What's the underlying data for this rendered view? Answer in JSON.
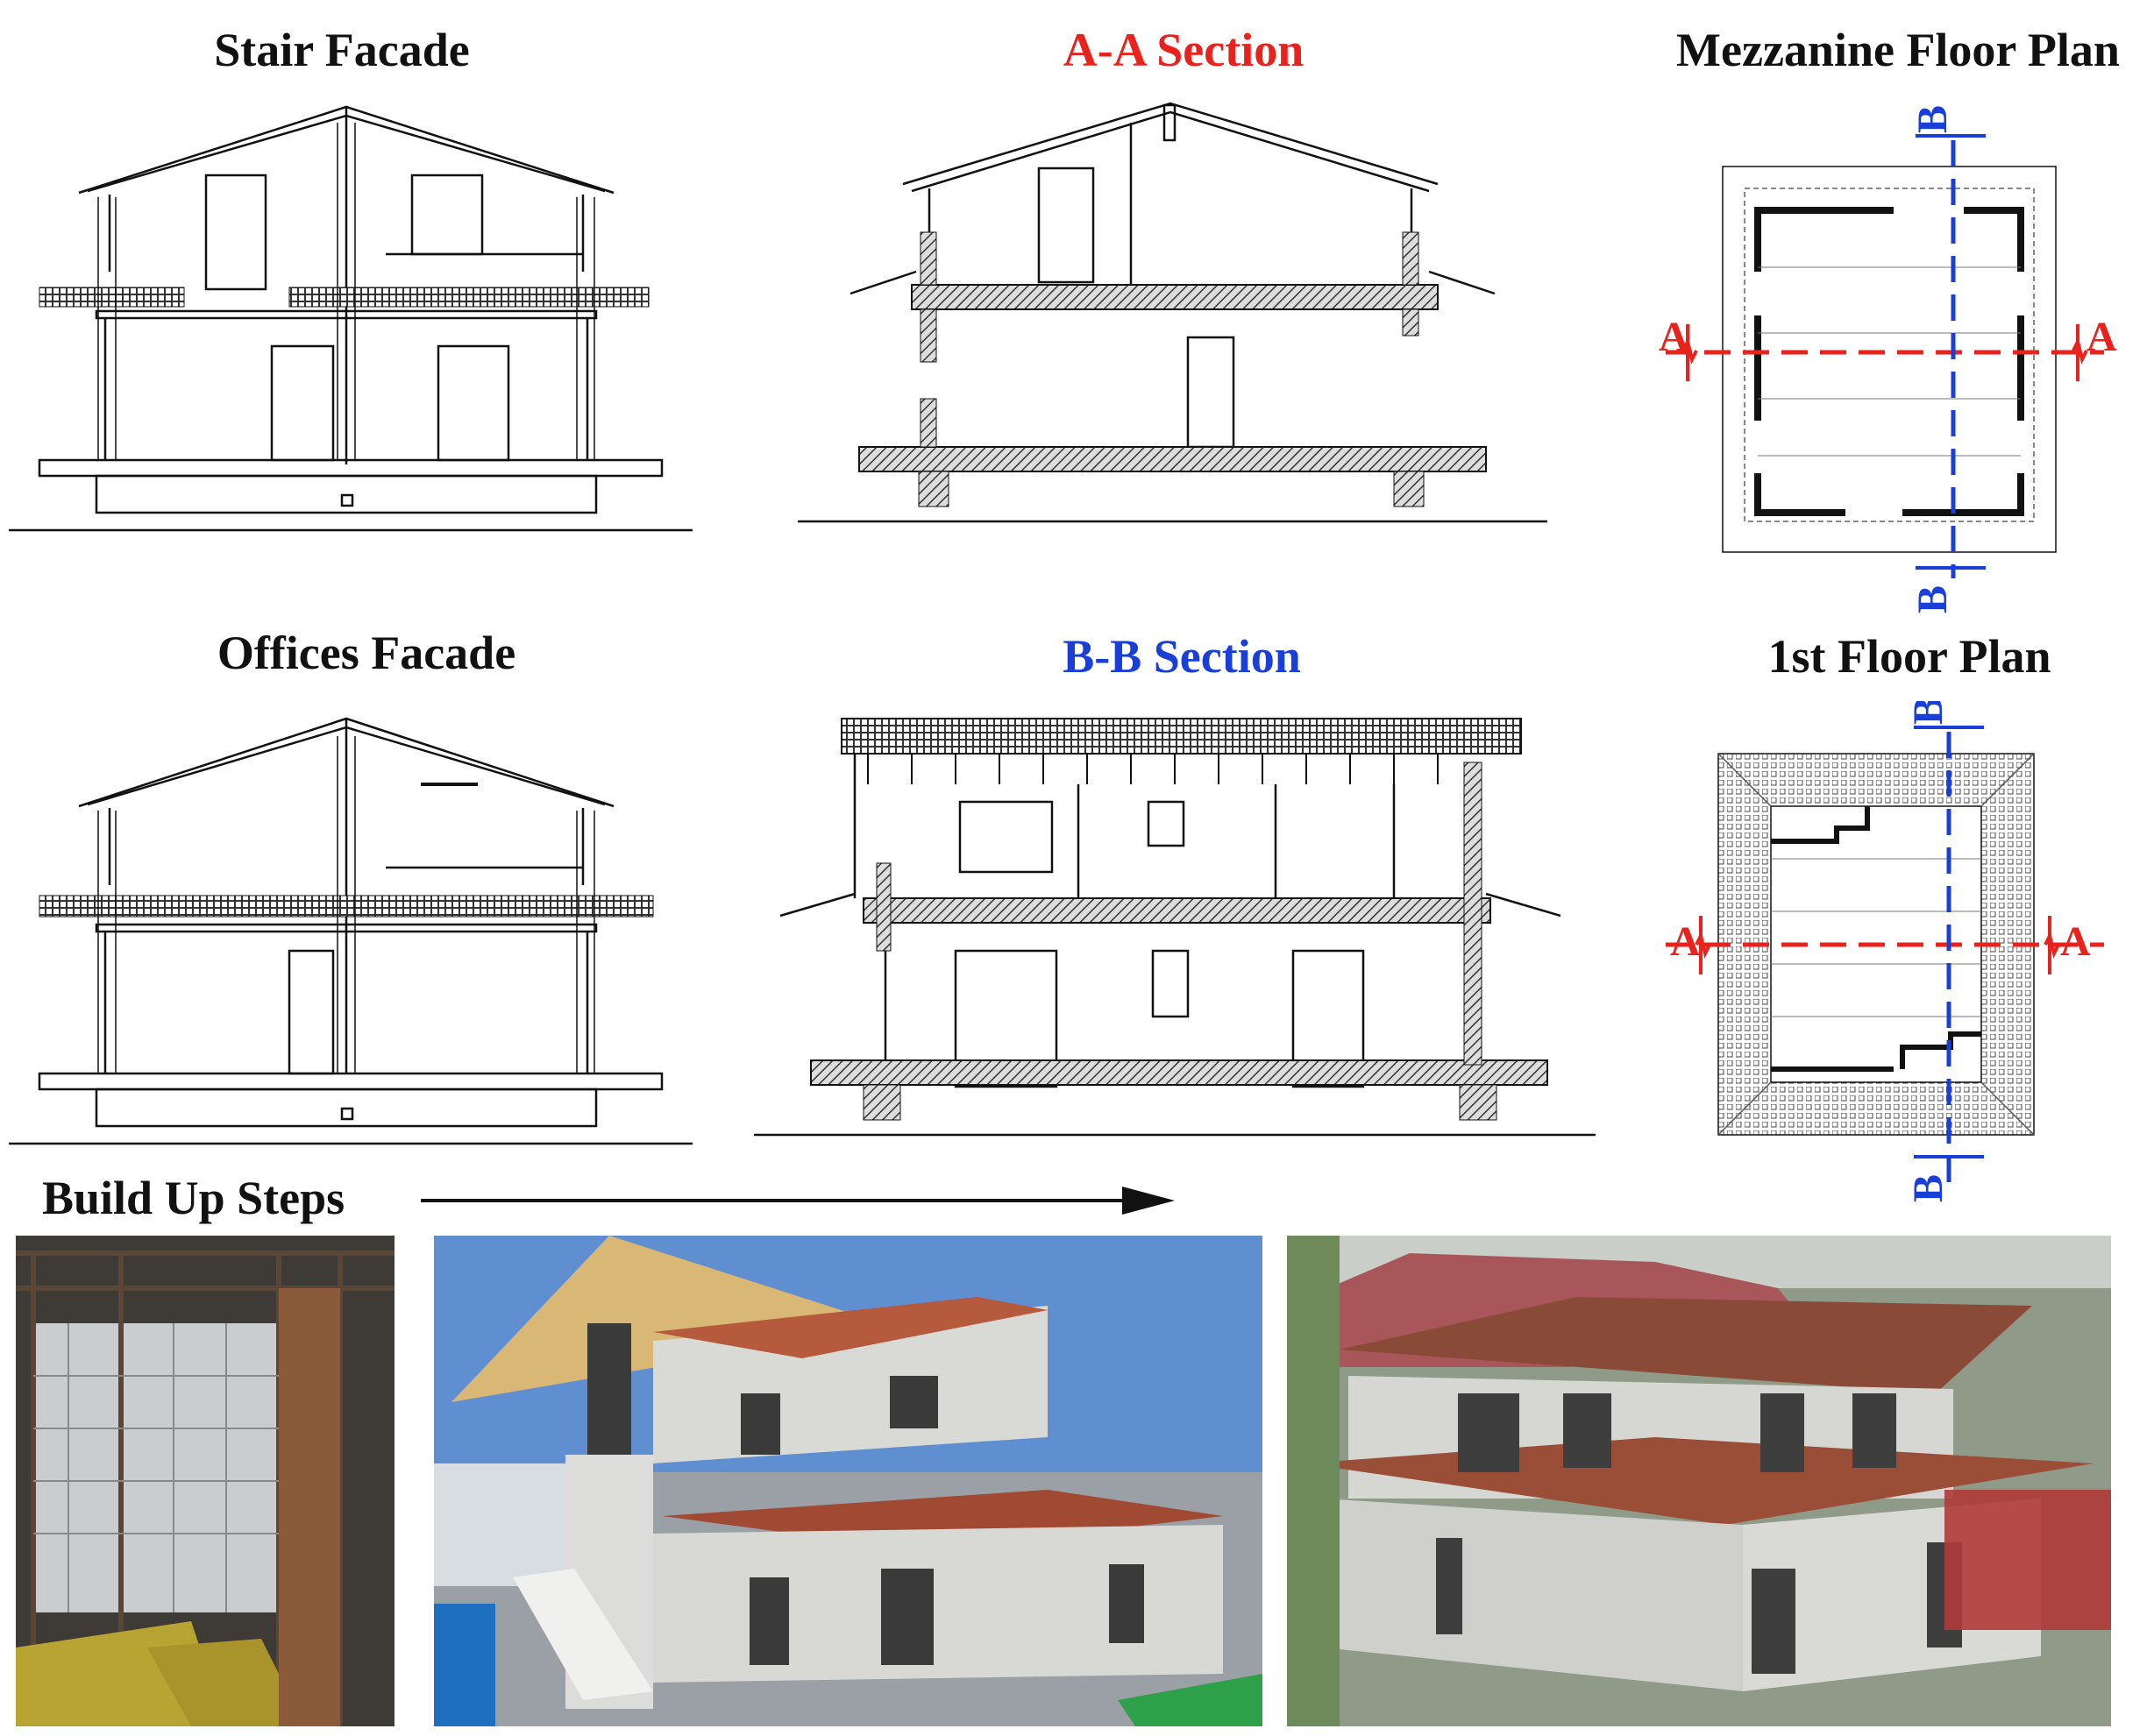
{
  "titles": {
    "stair_facade": "Stair Facade",
    "aa_section": "A-A Section",
    "mezzanine_plan": "Mezzanine Floor Plan",
    "offices_facade": "Offices Facade",
    "bb_section": "B-B Section",
    "first_floor_plan": "1st Floor Plan",
    "build_up_steps": "Build Up Steps"
  },
  "section_marks": {
    "a": "A",
    "b": "B"
  },
  "colors": {
    "title": "#111111",
    "section_aa": "#e8231e",
    "section_bb": "#1a3fd8",
    "hatch": "#555555",
    "sky": "#5f8fd0",
    "roof_tiles": "#9a4a32",
    "panel": "#d9d9d6"
  },
  "photos": [
    {
      "name": "construction frame photo"
    },
    {
      "name": "partially built house photo"
    },
    {
      "name": "completed house photo"
    }
  ]
}
